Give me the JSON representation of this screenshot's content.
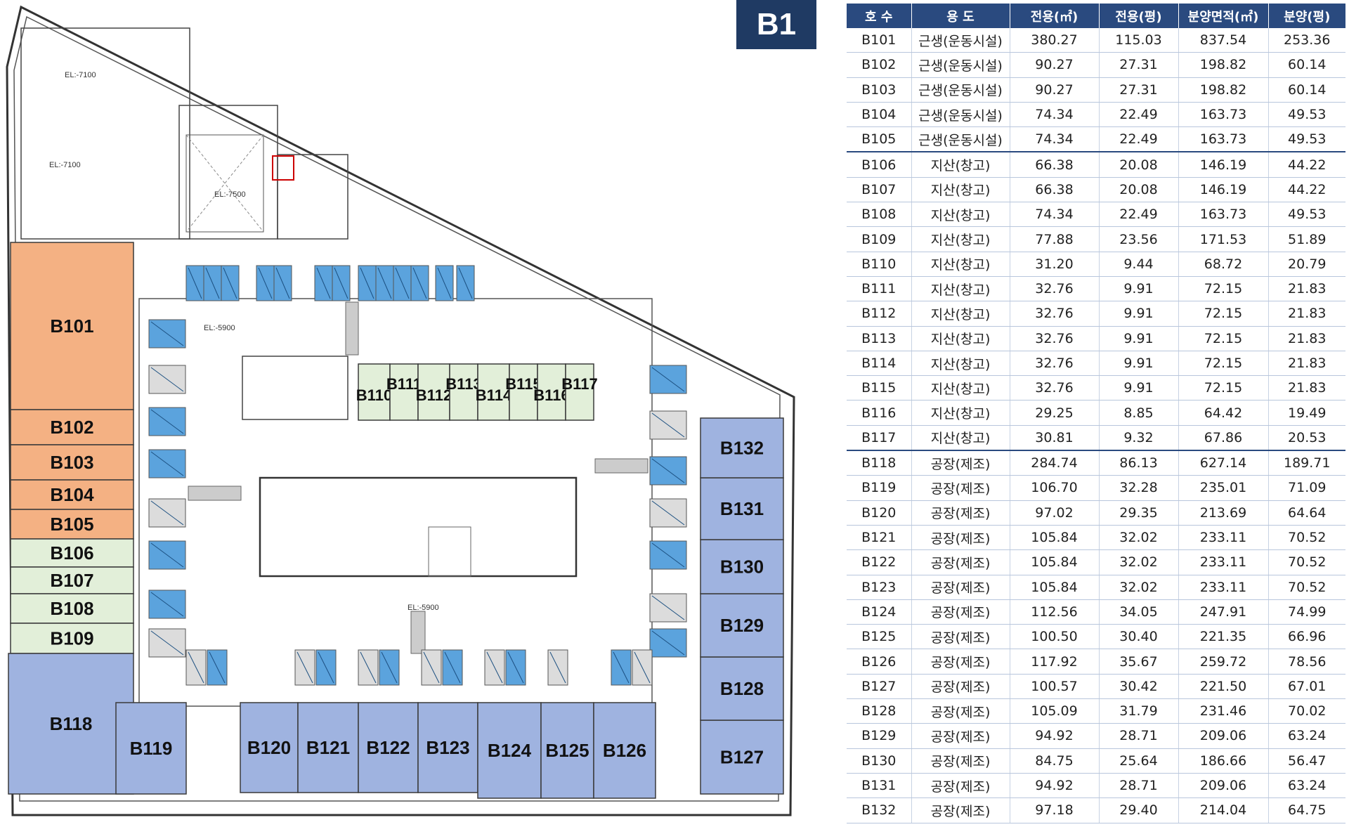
{
  "floor_badge": "B1",
  "table": {
    "headers": [
      "호 수",
      "용 도",
      "전용(㎡)",
      "전용(평)",
      "분양면적(㎡)",
      "분양(평)"
    ],
    "rows": [
      [
        "B101",
        "근생(운동시설)",
        "380.27",
        "115.03",
        "837.54",
        "253.36"
      ],
      [
        "B102",
        "근생(운동시설)",
        "90.27",
        "27.31",
        "198.82",
        "60.14"
      ],
      [
        "B103",
        "근생(운동시설)",
        "90.27",
        "27.31",
        "198.82",
        "60.14"
      ],
      [
        "B104",
        "근생(운동시설)",
        "74.34",
        "22.49",
        "163.73",
        "49.53"
      ],
      [
        "B105",
        "근생(운동시설)",
        "74.34",
        "22.49",
        "163.73",
        "49.53"
      ],
      [
        "B106",
        "지산(창고)",
        "66.38",
        "20.08",
        "146.19",
        "44.22"
      ],
      [
        "B107",
        "지산(창고)",
        "66.38",
        "20.08",
        "146.19",
        "44.22"
      ],
      [
        "B108",
        "지산(창고)",
        "74.34",
        "22.49",
        "163.73",
        "49.53"
      ],
      [
        "B109",
        "지산(창고)",
        "77.88",
        "23.56",
        "171.53",
        "51.89"
      ],
      [
        "B110",
        "지산(창고)",
        "31.20",
        "9.44",
        "68.72",
        "20.79"
      ],
      [
        "B111",
        "지산(창고)",
        "32.76",
        "9.91",
        "72.15",
        "21.83"
      ],
      [
        "B112",
        "지산(창고)",
        "32.76",
        "9.91",
        "72.15",
        "21.83"
      ],
      [
        "B113",
        "지산(창고)",
        "32.76",
        "9.91",
        "72.15",
        "21.83"
      ],
      [
        "B114",
        "지산(창고)",
        "32.76",
        "9.91",
        "72.15",
        "21.83"
      ],
      [
        "B115",
        "지산(창고)",
        "32.76",
        "9.91",
        "72.15",
        "21.83"
      ],
      [
        "B116",
        "지산(창고)",
        "29.25",
        "8.85",
        "64.42",
        "19.49"
      ],
      [
        "B117",
        "지산(창고)",
        "30.81",
        "9.32",
        "67.86",
        "20.53"
      ],
      [
        "B118",
        "공장(제조)",
        "284.74",
        "86.13",
        "627.14",
        "189.71"
      ],
      [
        "B119",
        "공장(제조)",
        "106.70",
        "32.28",
        "235.01",
        "71.09"
      ],
      [
        "B120",
        "공장(제조)",
        "97.02",
        "29.35",
        "213.69",
        "64.64"
      ],
      [
        "B121",
        "공장(제조)",
        "105.84",
        "32.02",
        "233.11",
        "70.52"
      ],
      [
        "B122",
        "공장(제조)",
        "105.84",
        "32.02",
        "233.11",
        "70.52"
      ],
      [
        "B123",
        "공장(제조)",
        "105.84",
        "32.02",
        "233.11",
        "70.52"
      ],
      [
        "B124",
        "공장(제조)",
        "112.56",
        "34.05",
        "247.91",
        "74.99"
      ],
      [
        "B125",
        "공장(제조)",
        "100.50",
        "30.40",
        "221.35",
        "66.96"
      ],
      [
        "B126",
        "공장(제조)",
        "117.92",
        "35.67",
        "259.72",
        "78.56"
      ],
      [
        "B127",
        "공장(제조)",
        "100.57",
        "30.42",
        "221.50",
        "67.01"
      ],
      [
        "B128",
        "공장(제조)",
        "105.09",
        "31.79",
        "231.46",
        "70.02"
      ],
      [
        "B129",
        "공장(제조)",
        "94.92",
        "28.71",
        "209.06",
        "63.24"
      ],
      [
        "B130",
        "공장(제조)",
        "84.75",
        "25.64",
        "186.66",
        "56.47"
      ],
      [
        "B131",
        "공장(제조)",
        "94.92",
        "28.71",
        "209.06",
        "63.24"
      ],
      [
        "B132",
        "공장(제조)",
        "97.18",
        "29.40",
        "214.04",
        "64.75"
      ]
    ],
    "group_start_rows": [
      5,
      17
    ]
  },
  "floor_plan": {
    "elevation_labels": [
      "EL:-7100",
      "EL:-7100",
      "EL:-7500",
      "EL:-5900",
      "EL:-5900"
    ],
    "zone_colors": {
      "근생(운동시설)": "#f4b183",
      "지산(창고)": "#e2efd9",
      "공장(제조)": "#9fb3e0"
    },
    "units": [
      "B101",
      "B102",
      "B103",
      "B104",
      "B105",
      "B106",
      "B107",
      "B108",
      "B109",
      "B110",
      "B111",
      "B112",
      "B113",
      "B114",
      "B115",
      "B116",
      "B117",
      "B118",
      "B119",
      "B120",
      "B121",
      "B122",
      "B123",
      "B124",
      "B125",
      "B126",
      "B127",
      "B128",
      "B129",
      "B130",
      "B131",
      "B132"
    ]
  }
}
